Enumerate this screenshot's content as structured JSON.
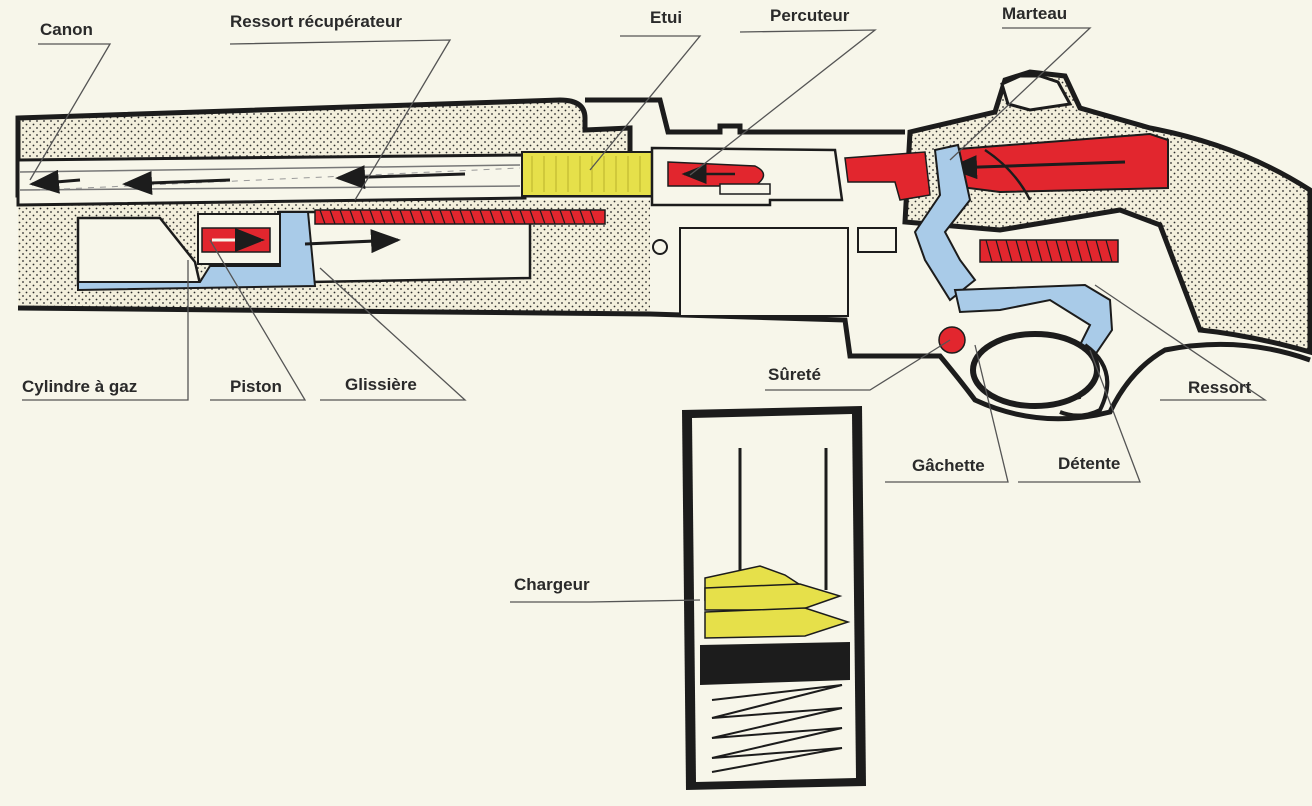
{
  "colors": {
    "paper": "#f7f6ea",
    "outline": "#1c1c1c",
    "stippled_stock": "#f3efdc",
    "brass": "#e6e04a",
    "red_parts": "#e2262e",
    "blue_parts": "#a9cbe8",
    "leader_lines": "#555555"
  },
  "labels": {
    "canon": "Canon",
    "ressort_recuperateur": "Ressort récupérateur",
    "etui": "Etui",
    "percuteur": "Percuteur",
    "marteau": "Marteau",
    "cylindre_a_gaz": "Cylindre à gaz",
    "piston": "Piston",
    "glissiere": "Glissière",
    "surete": "Sûreté",
    "ressort": "Ressort",
    "gachette": "Gâchette",
    "detente": "Détente",
    "chargeur": "Chargeur"
  }
}
